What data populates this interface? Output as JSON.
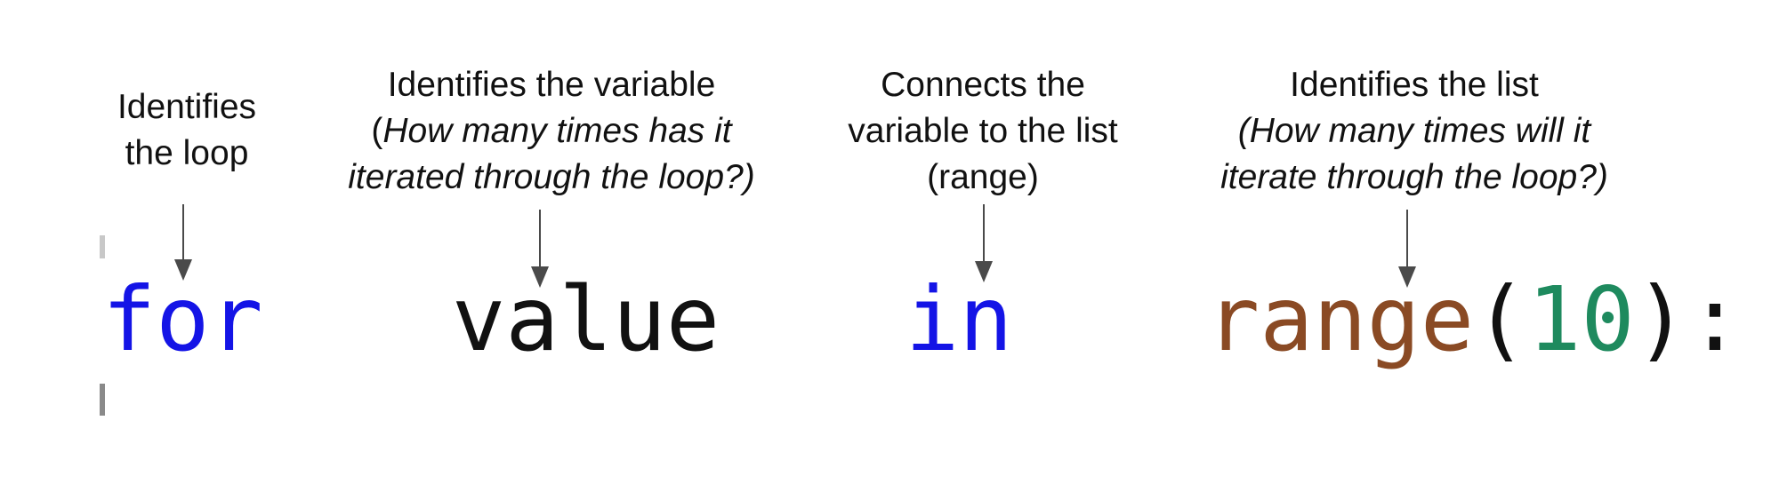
{
  "annotations": [
    {
      "id": "loop",
      "lines": [
        {
          "text": "Identifies",
          "italic": false
        },
        {
          "text": "the loop",
          "italic": false
        }
      ]
    },
    {
      "id": "variable",
      "lines": [
        {
          "text": "Identifies the variable",
          "italic": false
        },
        {
          "prefix": "(",
          "text": "How many times has it",
          "italic": true
        },
        {
          "text": "iterated through the loop?)",
          "italic": true
        }
      ]
    },
    {
      "id": "connector",
      "lines": [
        {
          "text": "Connects the",
          "italic": false
        },
        {
          "text": "variable to the list",
          "italic": false
        },
        {
          "text": "(range)",
          "italic": false
        }
      ]
    },
    {
      "id": "list",
      "lines": [
        {
          "text": "Identifies the list",
          "italic": false
        },
        {
          "text": "(How many times will it",
          "italic": true
        },
        {
          "text": "iterate through the loop?)",
          "italic": true
        }
      ]
    }
  ],
  "code": {
    "for_keyword": "for",
    "variable_name": "value",
    "in_keyword": "in",
    "range_func": "range",
    "open_paren": "(",
    "range_arg": "10",
    "close_paren": ")",
    "colon": ":"
  },
  "colors": {
    "keyword": "#1414e6",
    "variable": "#111111",
    "function": "#8a4a24",
    "number": "#1e8a5e",
    "punctuation": "#111111",
    "arrow": "#4a4a4a",
    "annotation_text": "#111111"
  }
}
